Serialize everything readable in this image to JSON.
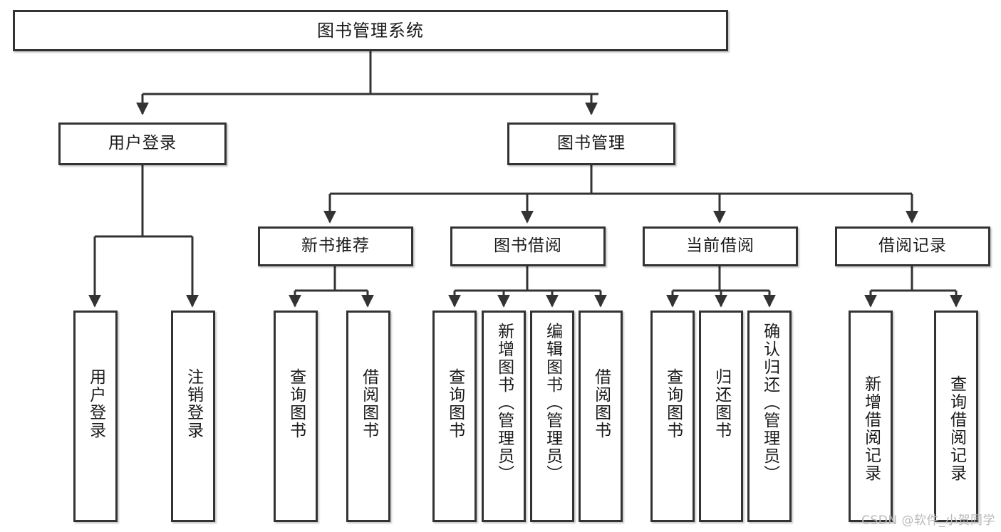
{
  "diagram": {
    "title": "图书管理系统",
    "type": "tree-structure-chart",
    "root": {
      "id": "root",
      "label": "图书管理系统"
    },
    "level2": [
      {
        "id": "user-login",
        "label": "用户登录"
      },
      {
        "id": "book-manage",
        "label": "图书管理"
      }
    ],
    "level3": [
      {
        "id": "new-book-recommend",
        "label": "新书推荐",
        "parent": "book-manage"
      },
      {
        "id": "book-borrow",
        "label": "图书借阅",
        "parent": "book-manage"
      },
      {
        "id": "current-borrow",
        "label": "当前借阅",
        "parent": "book-manage"
      },
      {
        "id": "borrow-record",
        "label": "借阅记录",
        "parent": "book-manage"
      }
    ],
    "leaves": {
      "user_login": [
        {
          "id": "leaf-user-login",
          "label": "用户登录"
        },
        {
          "id": "leaf-logout",
          "label": "注销登录"
        }
      ],
      "new_book_recommend": [
        {
          "id": "leaf-query-book-1",
          "label": "查询图书"
        },
        {
          "id": "leaf-borrow-book-1",
          "label": "借阅图书"
        }
      ],
      "book_borrow": [
        {
          "id": "leaf-query-book-2",
          "label": "查询图书"
        },
        {
          "id": "leaf-add-book",
          "label": "新增图书（管理员）"
        },
        {
          "id": "leaf-edit-book",
          "label": "编辑图书（管理员）"
        },
        {
          "id": "leaf-borrow-book-2",
          "label": "借阅图书"
        }
      ],
      "current_borrow": [
        {
          "id": "leaf-query-book-3",
          "label": "查询图书"
        },
        {
          "id": "leaf-return-book",
          "label": "归还图书"
        },
        {
          "id": "leaf-confirm-return",
          "label": "确认归还（管理员）"
        }
      ],
      "borrow_record": [
        {
          "id": "leaf-add-record",
          "label": "新增借阅记录"
        },
        {
          "id": "leaf-query-record",
          "label": "查询借阅记录"
        }
      ]
    }
  },
  "watermark": {
    "text": "CSDN @软件_小贺同学"
  },
  "colors": {
    "border": "#333333",
    "background": "#ffffff",
    "text": "#1b1b1b",
    "watermark": "#b9b9b9"
  }
}
